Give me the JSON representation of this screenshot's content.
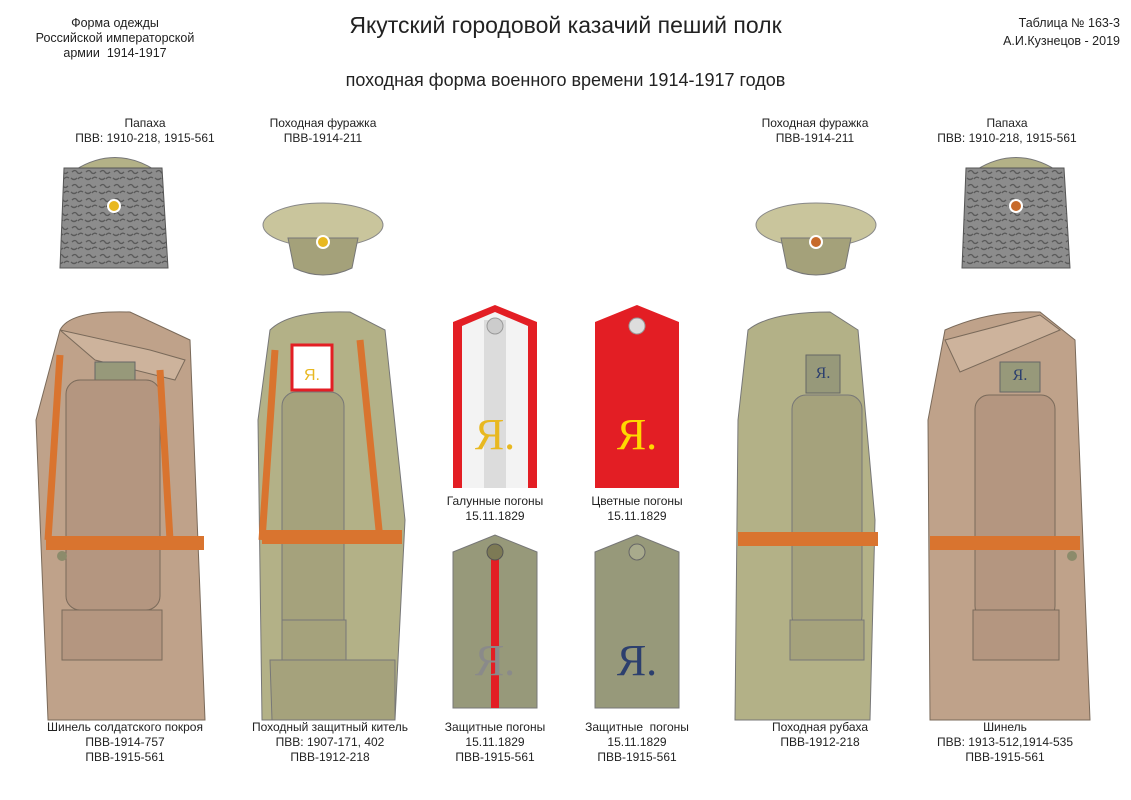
{
  "header": {
    "left": "Форма одежды\nРоссийской императорской\nармии  1914-1917",
    "title": "Якутский городовой казачий пеший полк",
    "subtitle": "походная форма военного времени 1914-1917 годов",
    "table_no": "Таблица № 163-3",
    "author": "А.И.Кузнецов - 2019"
  },
  "hats": {
    "papakha_left": "Папаха\nПВВ: 1910-218, 1915-561",
    "cap_left": "Походная фуражка\nПВВ-1914-211",
    "cap_right": "Походная фуражка\nПВВ-1914-211",
    "papakha_right": "Папаха\nПВВ: 1910-218, 1915-561"
  },
  "shoulder_boards": {
    "galloon": "Галунные погоны\n15.11.1829",
    "colored": "Цветные погоны\n15.11.1829",
    "protective_1": "Защитные погоны\n15.11.1829\nПВВ-1915-561",
    "protective_2": "Защитные  погоны\n15.11.1829\nПВВ-1915-561",
    "letter": "Я."
  },
  "garments": {
    "greatcoat_left": "Шинель солдатского покроя\nПВВ-1914-757\nПВВ-1915-561",
    "tunic": "Походный защитный китель\nПВВ: 1907-171, 402\nПВВ-1912-218",
    "shirt": "Походная рубаха\nПВВ-1912-218",
    "greatcoat_right": "Шинель\nПВВ: 1913-512,1914-535\nПВВ-1915-561"
  },
  "colors": {
    "khaki": "#b3b187",
    "greatcoat": "#bfa28a",
    "strap": "#d9742f",
    "red": "#e31e24",
    "gold": "#e8b820",
    "navy": "#2c3f6e",
    "grey_fur": "#8c8c8c",
    "pb_khaki": "#97997a"
  }
}
